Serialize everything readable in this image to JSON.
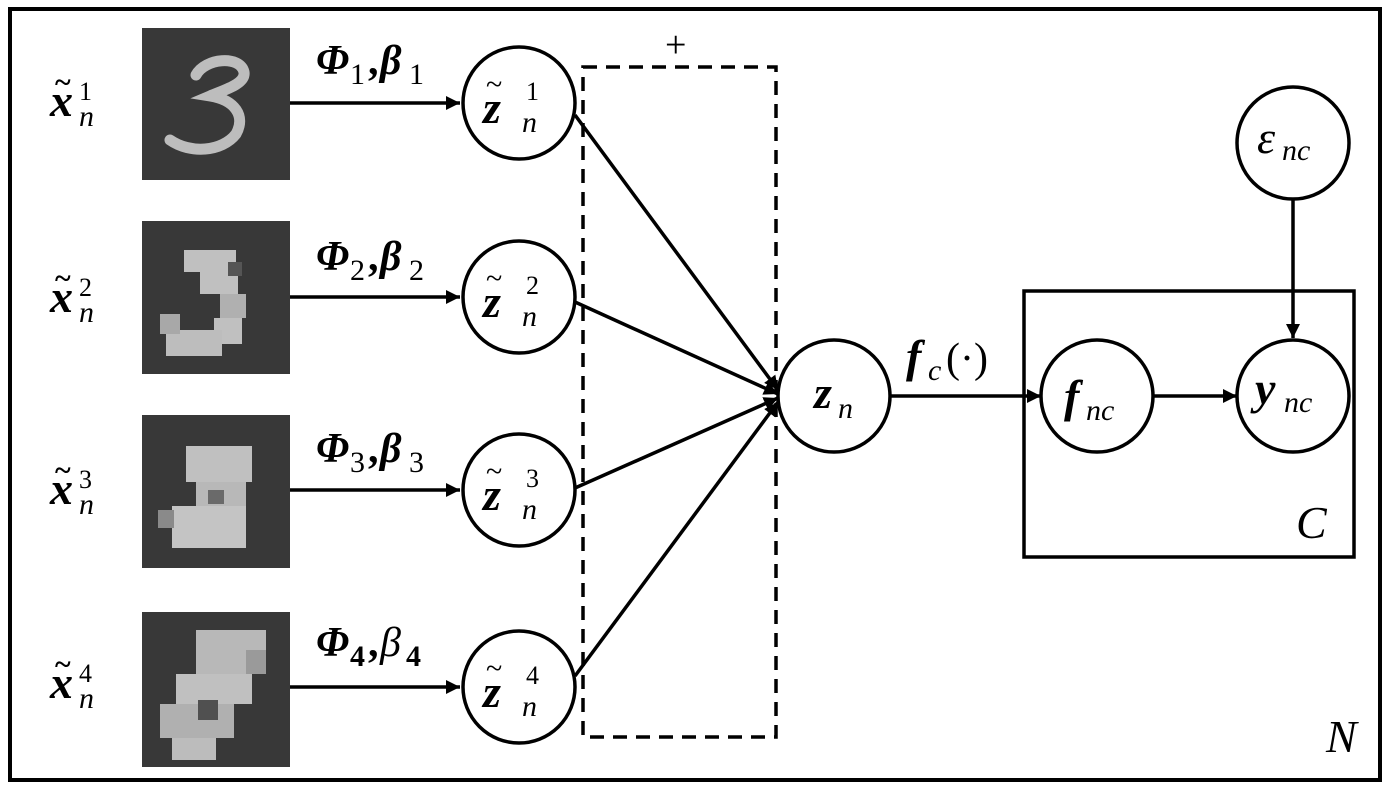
{
  "diagram": {
    "plate_outer_label": "N",
    "plate_inner_label": "C",
    "sum_label": "+",
    "rows": [
      {
        "x_main": "x",
        "x_tilde": "~",
        "x_sup": "1",
        "x_sub": "n",
        "edge_phi": "Φ",
        "edge_phi_sub": "1",
        "edge_sep": ",",
        "edge_beta": "β",
        "edge_beta_sub": "1",
        "z_main": "z",
        "z_tilde": "~",
        "z_sup": "1",
        "z_sub": "n"
      },
      {
        "x_main": "x",
        "x_tilde": "~",
        "x_sup": "2",
        "x_sub": "n",
        "edge_phi": "Φ",
        "edge_phi_sub": "2",
        "edge_sep": ",",
        "edge_beta": "β",
        "edge_beta_sub": "2",
        "z_main": "z",
        "z_tilde": "~",
        "z_sup": "2",
        "z_sub": "n"
      },
      {
        "x_main": "x",
        "x_tilde": "~",
        "x_sup": "3",
        "x_sub": "n",
        "edge_phi": "Φ",
        "edge_phi_sub": "3",
        "edge_sep": ",",
        "edge_beta": "β",
        "edge_beta_sub": "3",
        "z_main": "z",
        "z_tilde": "~",
        "z_sup": "3",
        "z_sub": "n"
      },
      {
        "x_main": "x",
        "x_tilde": "~",
        "x_sup": "4",
        "x_sub": "n",
        "edge_phi": "Φ",
        "edge_phi_sub": "4",
        "edge_sep": ",",
        "edge_beta": "β",
        "edge_beta_sub": "4",
        "z_main": "z",
        "z_tilde": "~",
        "z_sup": "4",
        "z_sub": "n"
      }
    ],
    "zn": {
      "main": "z",
      "sub": "n"
    },
    "fc_edge": {
      "main": "f",
      "sub": "c",
      "args": "(·)"
    },
    "fnc": {
      "main": "f",
      "sub": "nc"
    },
    "ync": {
      "main": "y",
      "sub": "nc"
    },
    "eps": {
      "main": "ε",
      "sub": "nc"
    }
  }
}
